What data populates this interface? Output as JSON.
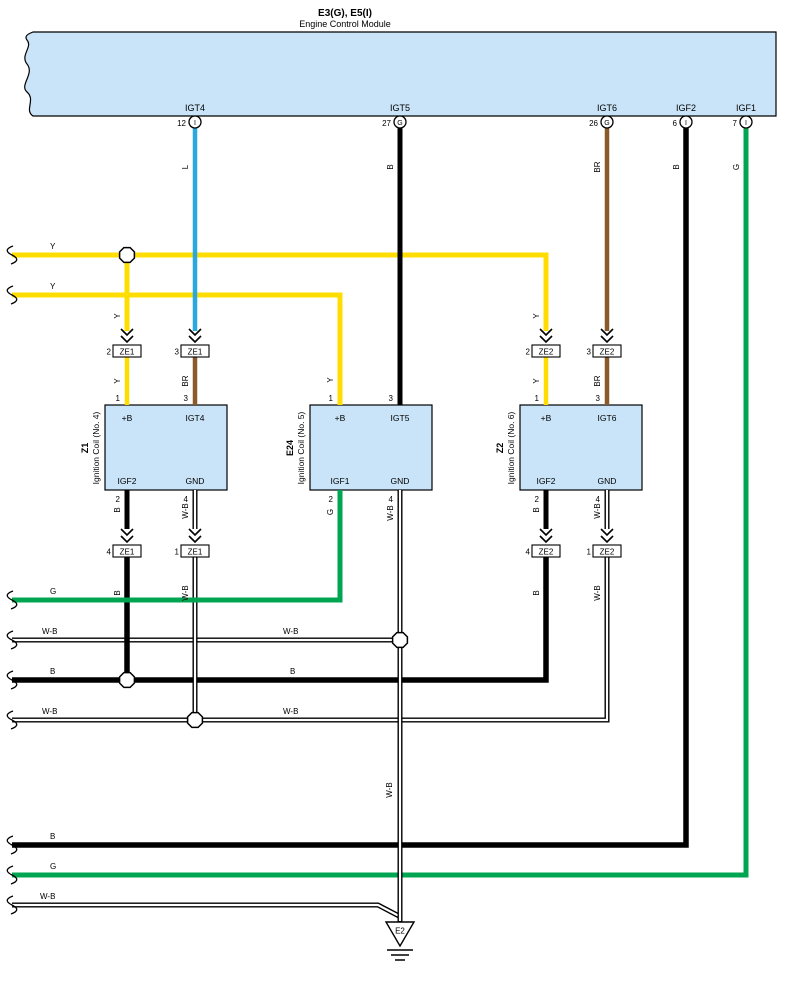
{
  "colors": {
    "module_fill": "#C9E4F8",
    "wire_yellow": "#FFDD00",
    "wire_blue": "#2BA8E0",
    "wire_brown": "#8B5A2B",
    "wire_green": "#00A551",
    "wire_black": "#000000",
    "wire_white_stripe": "#FFFFFF"
  },
  "codes": {
    "yellow": "Y",
    "blue": "L",
    "black": "B",
    "brown": "BR",
    "green": "G",
    "white_black": "W-B"
  },
  "ecm": {
    "title1": "E3(G), E5(I)",
    "title2": "Engine Control Module",
    "pins": [
      {
        "label": "IGT4",
        "num": "12",
        "letter": "I"
      },
      {
        "label": "IGT5",
        "num": "27",
        "letter": "G"
      },
      {
        "label": "IGT6",
        "num": "26",
        "letter": "G"
      },
      {
        "label": "IGF2",
        "num": "6",
        "letter": "I"
      },
      {
        "label": "IGF1",
        "num": "7",
        "letter": "I"
      }
    ]
  },
  "coils": [
    {
      "code": "Z1",
      "name": "Ignition Coil (No. 4)",
      "pins": [
        {
          "num": "1",
          "label": "+B"
        },
        {
          "num": "3",
          "label": "IGT4"
        },
        {
          "num": "2",
          "label": "IGF2"
        },
        {
          "num": "4",
          "label": "GND"
        }
      ]
    },
    {
      "code": "E24",
      "name": "Ignition Coil (No. 5)",
      "pins": [
        {
          "num": "1",
          "label": "+B"
        },
        {
          "num": "3",
          "label": "IGT5"
        },
        {
          "num": "2",
          "label": "IGF1"
        },
        {
          "num": "4",
          "label": "GND"
        }
      ]
    },
    {
      "code": "Z2",
      "name": "Ignition Coil (No. 6)",
      "pins": [
        {
          "num": "1",
          "label": "+B"
        },
        {
          "num": "3",
          "label": "IGT6"
        },
        {
          "num": "2",
          "label": "IGF2"
        },
        {
          "num": "4",
          "label": "GND"
        }
      ]
    }
  ],
  "connectors": [
    {
      "pin": "2",
      "name": "ZE1"
    },
    {
      "pin": "3",
      "name": "ZE1"
    },
    {
      "pin": "2",
      "name": "ZE2"
    },
    {
      "pin": "3",
      "name": "ZE2"
    },
    {
      "pin": "4",
      "name": "ZE1"
    },
    {
      "pin": "1",
      "name": "ZE1"
    },
    {
      "pin": "4",
      "name": "ZE2"
    },
    {
      "pin": "1",
      "name": "ZE2"
    }
  ],
  "ground": {
    "label": "E2"
  }
}
